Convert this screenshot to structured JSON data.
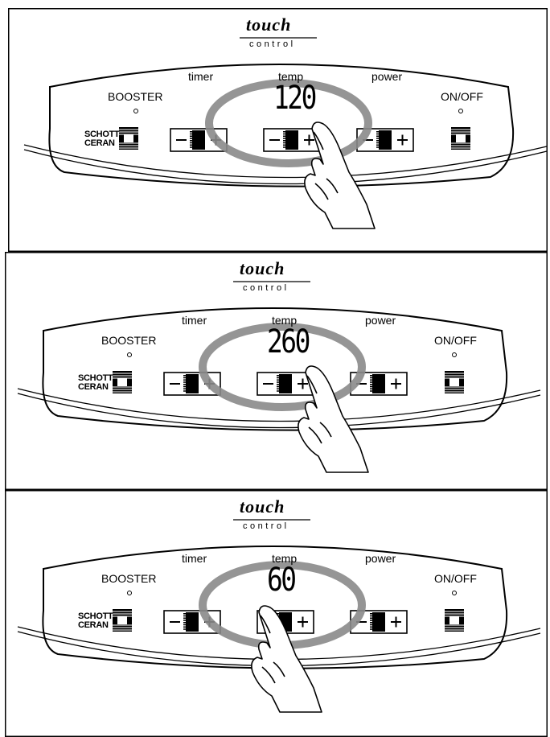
{
  "panels": [
    {
      "brand_top": "touch",
      "brand_bottom": "control",
      "labels": {
        "timer": "timer",
        "temp": "temp",
        "power": "power",
        "booster": "BOOSTER",
        "onoff": "ON/OFF"
      },
      "schott_line1": "SCHOTT",
      "schott_line2": "CERAN",
      "display_value": "120",
      "minus": "−",
      "plus": "+",
      "finger_on": "temp-plus"
    },
    {
      "brand_top": "touch",
      "brand_bottom": "control",
      "labels": {
        "timer": "timer",
        "temp": "temp",
        "power": "power",
        "booster": "BOOSTER",
        "onoff": "ON/OFF"
      },
      "schott_line1": "SCHOTT",
      "schott_line2": "CERAN",
      "display_value": "260",
      "minus": "−",
      "plus": "+",
      "finger_on": "temp-plus"
    },
    {
      "brand_top": "touch",
      "brand_bottom": "control",
      "labels": {
        "timer": "timer",
        "temp": "temp",
        "power": "power",
        "booster": "BOOSTER",
        "onoff": "ON/OFF"
      },
      "schott_line1": "SCHOTT",
      "schott_line2": "CERAN",
      "display_value": "60",
      "minus": "−",
      "plus": "+",
      "finger_on": "temp-minus"
    }
  ]
}
